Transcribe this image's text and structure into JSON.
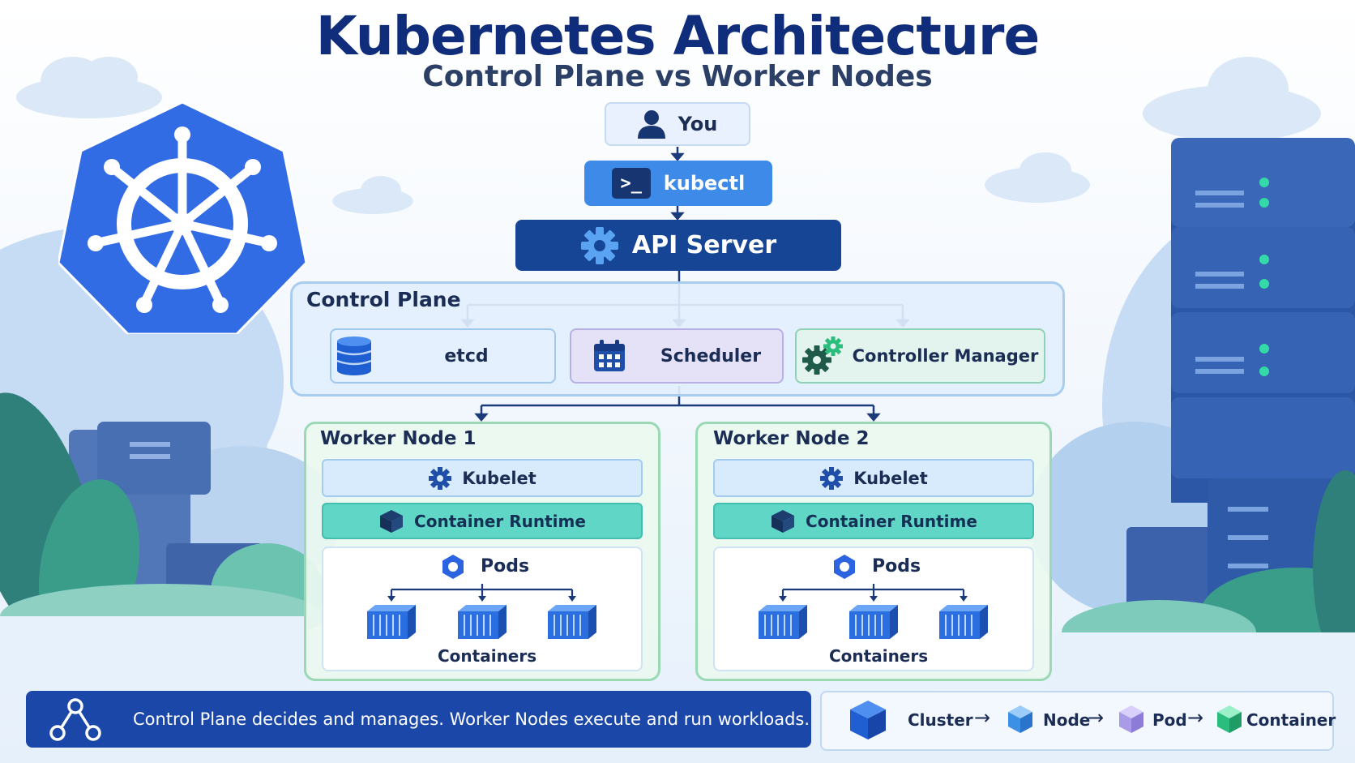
{
  "title": "Kubernetes Architecture",
  "subtitle": "Control Plane vs Worker Nodes",
  "user": {
    "label": "You"
  },
  "cli": {
    "label": "kubectl",
    "prompt": ">_"
  },
  "api_server": {
    "label": "API Server"
  },
  "control_plane": {
    "label": "Control Plane",
    "components": [
      {
        "label": "etcd",
        "icon": "database-icon"
      },
      {
        "label": "Scheduler",
        "icon": "calendar-icon"
      },
      {
        "label": "Controller Manager",
        "icon": "gears-icon"
      }
    ]
  },
  "worker_nodes": [
    {
      "label": "Worker Node 1",
      "kubelet": "Kubelet",
      "runtime": "Container Runtime",
      "pods": "Pods",
      "containers": "Containers"
    },
    {
      "label": "Worker Node 2",
      "kubelet": "Kubelet",
      "runtime": "Container Runtime",
      "pods": "Pods",
      "containers": "Containers"
    }
  ],
  "footer": {
    "summary": "Control Plane decides and manages. Worker Nodes execute and run workloads.",
    "legend": [
      "Cluster",
      "Node",
      "Pod",
      "Container"
    ],
    "arrow": "→"
  },
  "colors": {
    "dark_blue": "#174596",
    "bright_blue": "#3d8ae8",
    "kubernetes_blue": "#326ce5",
    "teal": "#5fd6c6",
    "green_accent": "#2bbd7e",
    "purple_accent": "#a99be8"
  }
}
